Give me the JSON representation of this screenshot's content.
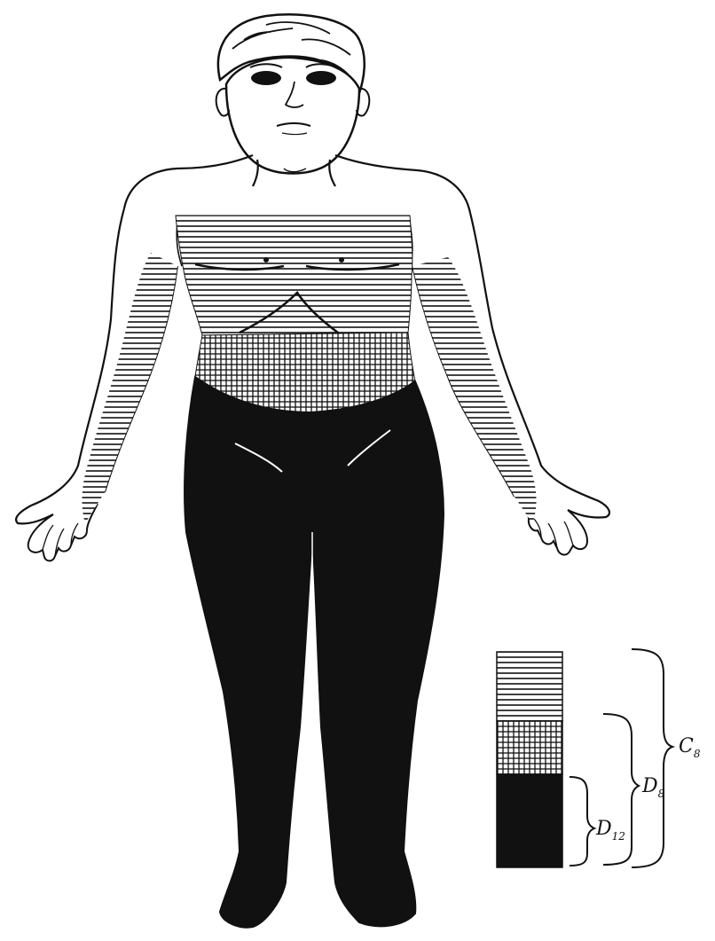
{
  "figure": {
    "legend": {
      "brackets": [
        {
          "key": "c8",
          "main": "C",
          "sub": "8"
        },
        {
          "key": "d8",
          "main": "D",
          "sub": "8"
        },
        {
          "key": "d12",
          "main": "D",
          "sub": "12"
        }
      ]
    },
    "colors": {
      "ink": "#111111",
      "paper": "#ffffff"
    }
  }
}
